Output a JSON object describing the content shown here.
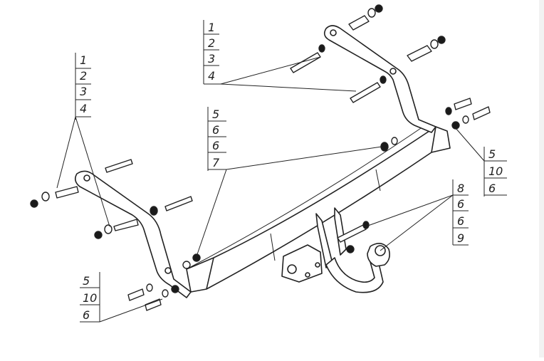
{
  "callouts": [
    {
      "id": "c1",
      "labels": [
        "1",
        "2",
        "3",
        "4"
      ]
    },
    {
      "id": "c2",
      "labels": [
        "1",
        "2",
        "3",
        "4"
      ]
    },
    {
      "id": "c3",
      "labels": [
        "5",
        "6",
        "6",
        "7"
      ]
    },
    {
      "id": "c4",
      "labels": [
        "5",
        "10",
        "6"
      ]
    },
    {
      "id": "c5",
      "labels": [
        "8",
        "6",
        "6",
        "9"
      ]
    },
    {
      "id": "c6",
      "labels": [
        "5",
        "10",
        "6"
      ]
    }
  ],
  "colors": {
    "line": "#222222",
    "shade": "#cfcfcf",
    "nut": "#1a1a1a"
  }
}
